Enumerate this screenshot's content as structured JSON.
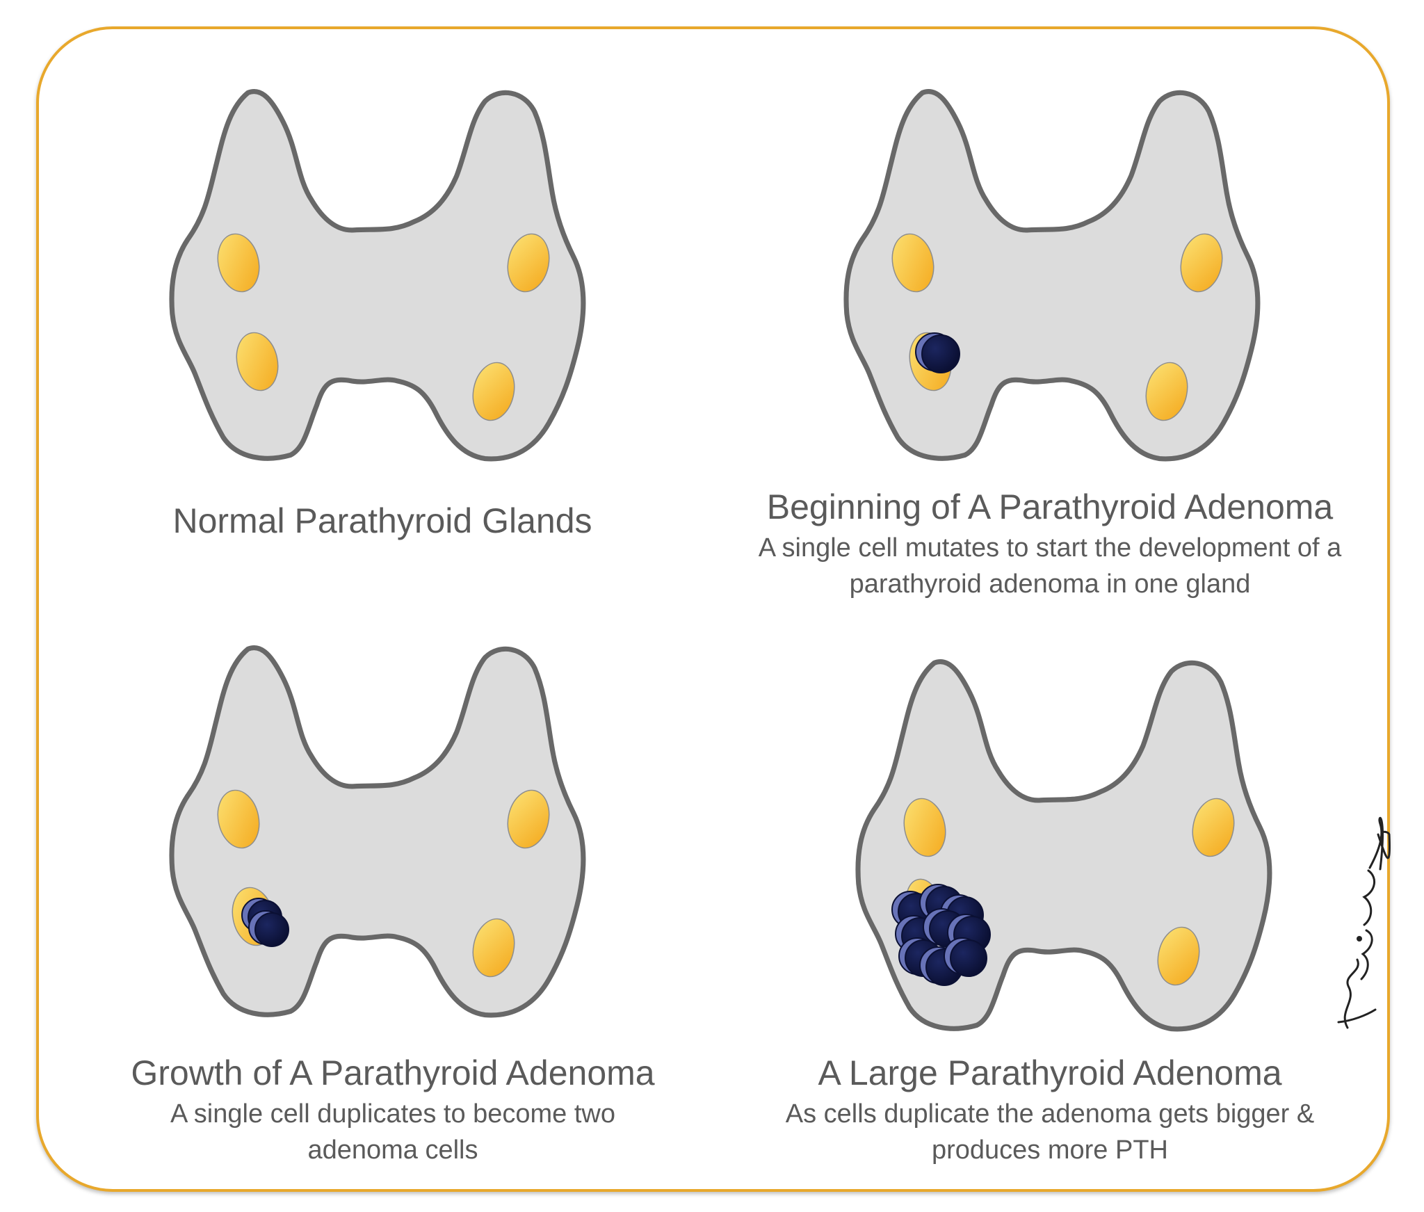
{
  "panels": [
    {
      "title": "Normal Parathyroid Glands",
      "description": ""
    },
    {
      "title": "Beginning of A Parathyroid Adenoma",
      "description": "A single cell mutates to start the development of a parathyroid adenoma in one gland"
    },
    {
      "title": "Growth of A Parathyroid Adenoma",
      "description": "A single cell duplicates to become two adenoma cells"
    },
    {
      "title": "A Large Parathyroid Adenoma",
      "description": "As cells duplicate the adenoma gets bigger & produces more PTH"
    }
  ],
  "adenoma_cell_counts": [
    0,
    1,
    2,
    9
  ],
  "colors": {
    "frame": "#e8a82c",
    "thyroid_fill": "#dcdcdc",
    "thyroid_outline": "#686868",
    "gland_light": "#fce274",
    "gland_dark": "#f4a81c",
    "cell_dark": "#121a4a",
    "cell_light": "#6873b8",
    "caption_text": "#5a5a5a"
  },
  "signature": "Zarian"
}
